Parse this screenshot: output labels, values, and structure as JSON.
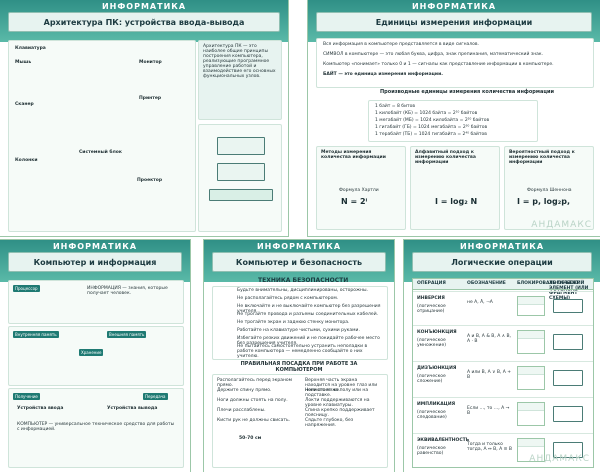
{
  "posters": {
    "p1": {
      "banner": "ИНФОРМАТИКА",
      "title": "Архитектура ПК: устройства ввода-вывода",
      "side_text": "Архитектура ПК — это наиболее общие принципы построения компьютера, реализующие программное управление работой и взаимодействие его основных функциональных узлов."
    },
    "p2": {
      "banner": "ИНФОРМАТИКА",
      "title": "Единицы измерения информации",
      "intro": [
        "Вся информация в компьютере представляется в виде сигналов.",
        "СИМВОЛ в компьютере — это любая буква, цифра, знак препинания, математический знак.",
        "Компьютер «понимает» только 0 и 1 — сигналы как представление информации в компьютере.",
        "БАЙТ — это единица измерения информации."
      ],
      "units_title": "Производные единицы измерения количества информации",
      "units": [
        "1 байт = 8 битов",
        "1 килобайт (КБ) = 1024 байта = 2¹⁰ байтов",
        "1 мегабайт (МБ) = 1024 килобайта = 2²⁰ байтов",
        "1 гигабайт (ГБ) = 1024 мегабайта = 2³⁰ байтов",
        "1 терабайт (ТБ) = 1024 гигабайта = 2⁴⁰ байтов"
      ],
      "approaches": [
        {
          "title": "Методы измерения количества информации",
          "formula_label": "Формула Хартли",
          "formula": "N = 2ⁱ"
        },
        {
          "title": "Алфавитный подход к измерению количества информации",
          "formula_label": "",
          "formula": "I = log₂ N"
        },
        {
          "title": "Вероятностный подход к измерению количества информации",
          "formula_label": "Формула Шеннона",
          "formula": "I = p, log₂p,"
        }
      ],
      "watermark": "АНДАМАКС"
    },
    "p3": {
      "banner": "ИНФОРМАТИКА",
      "title": "Компьютер и информация",
      "labels": [
        "Процессор",
        "Внутренняя память",
        "Внешняя память",
        "Хранение",
        "Получение",
        "Передача",
        "Устройства ввода",
        "Устройства вывода"
      ],
      "notes": [
        "ИНФОРМАЦИЯ — знания, которые получает человек.",
        "КОМПЬЮТЕР — универсальное техническое средство для работы с информацией."
      ]
    },
    "p4": {
      "banner": "ИНФОРМАТИКА",
      "title": "Компьютер и безопасность",
      "safety_title": "ТЕХНИКА БЕЗОПАСНОСТИ",
      "safety_items": [
        "Будьте внимательны, дисциплинированы, осторожны.",
        "Не располагайтесь рядом с компьютером.",
        "Не включайте и не выключайте компьютер без разрешения учителя.",
        "Не трогайте провода и разъемы соединительных кабелей.",
        "Не трогайте экран и заднюю стенку монитора.",
        "Работайте на клавиатуре чистыми, сухими руками.",
        "Избегайте резких движений и не покидайте рабочее место без разрешения учителя.",
        "Не пытайтесь самостоятельно устранить неполадки в работе компьютера — немедленно сообщайте о них учителю."
      ],
      "posture_title": "ПРАВИЛЬНАЯ ПОСАДКА ПРИ РАБОТЕ ЗА КОМПЬЮТЕРОМ",
      "posture_left": [
        "Располагайтесь перед экраном прямо.",
        "Держите спину прямо.",
        "Ноги должны стоять на полу.",
        "Плечи расслаблены.",
        "Кисти рук не должны свисать."
      ],
      "posture_right": [
        "Верхняя часть экрана находится на уровне глаз или немного ниже.",
        "Ноги стоят на полу или на подставке.",
        "Локти поддерживаются на уровне клавиатуры.",
        "Спина крепко поддерживает поясницу.",
        "Сядьте глубоко, без напряжения."
      ],
      "distance_label": "50-70 см"
    },
    "p5": {
      "banner": "ИНФОРМАТИКА",
      "title": "Логические операции",
      "columns": [
        "ОПЕРАЦИЯ",
        "ОБОЗНАЧЕНИЕ",
        "БЛОКИРОВАТЬ ОБЪЕКТ",
        "ЛОГИЧЕСКИЙ ЭЛЕМЕНТ (ИЛИ ФРАГМЕНТ СХЕМЫ)"
      ],
      "rows": [
        {
          "op": "ИНВЕРСИЯ",
          "sub": "(логическое отрицание)",
          "notation": "не А, Ā, ¬A"
        },
        {
          "op": "КОНЪЮНКЦИЯ",
          "sub": "(логическое умножение)",
          "notation": "А и B, A & B, A ∧ B, A · B"
        },
        {
          "op": "ДИЗЪЮНКЦИЯ",
          "sub": "(логическое сложение)",
          "notation": "А или B, A ∨ B, A + B"
        },
        {
          "op": "ИМПЛИКАЦИЯ",
          "sub": "(логическое следование)",
          "notation": "Если …, то …, A → B"
        },
        {
          "op": "ЭКВИВАЛЕНТНОСТЬ",
          "sub": "(логическое равенство)",
          "notation": "Тогда и только тогда, A ↔ B, A ≡ B"
        }
      ],
      "watermark": "АНДАМАКС"
    }
  }
}
